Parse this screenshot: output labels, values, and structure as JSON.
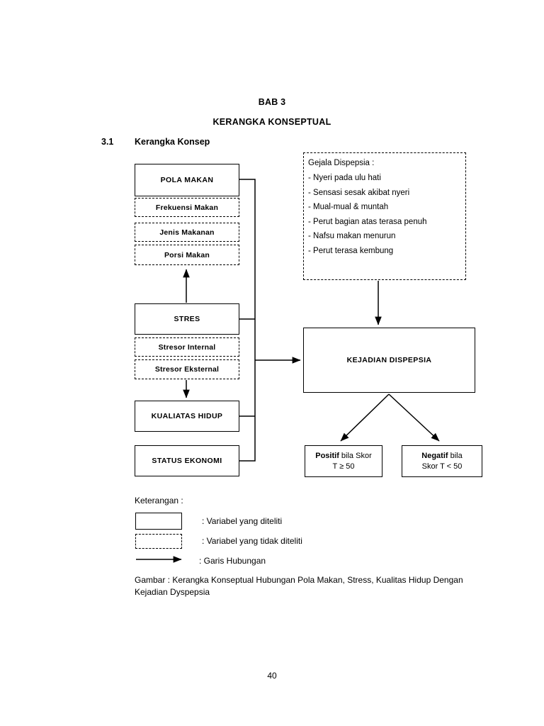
{
  "header": {
    "chapter": "BAB 3",
    "chapter_title": "KERANGKA KONSEPTUAL",
    "section_number": "3.1",
    "section_title": "Kerangka Konsep"
  },
  "diagram": {
    "pola_makan": {
      "title": "POLA MAKAN",
      "sub_items": [
        "Frekuensi Makan",
        "Jenis Makanan",
        "Porsi Makan"
      ]
    },
    "stres": {
      "title": "STRES",
      "sub_items": [
        "Stresor Internal",
        "Stresor Eksternal"
      ]
    },
    "kualitas_hidup": "KUALIATAS HIDUP",
    "status_ekonomi": "STATUS EKONOMI",
    "gejala": {
      "title": "Gejala Dispepsia :",
      "items": [
        "- Nyeri pada ulu hati",
        "- Sensasi sesak akibat nyeri",
        "- Mual-mual & muntah",
        "- Perut bagian atas terasa penuh",
        "- Nafsu makan menurun",
        "- Perut terasa kembung"
      ]
    },
    "kejadian": "KEJADIAN DISPEPSIA",
    "outcomes": [
      {
        "strong": "Positif",
        "rest": " bila Skor",
        "line2": "T ≥ 50"
      },
      {
        "strong": "Negatif",
        "rest": " bila",
        "line2": "Skor T < 50"
      }
    ]
  },
  "legend": {
    "title": "Keterangan :",
    "items": [
      ": Variabel yang diteliti",
      ": Variabel yang tidak diteliti",
      ": Garis Hubungan"
    ]
  },
  "caption": "Gambar : Kerangka Konseptual Hubungan Pola Makan, Stress, Kualitas Hidup Dengan Kejadian Dyspepsia",
  "page_number": "40",
  "colors": {
    "ink": "#000000",
    "paper": "#ffffff"
  }
}
